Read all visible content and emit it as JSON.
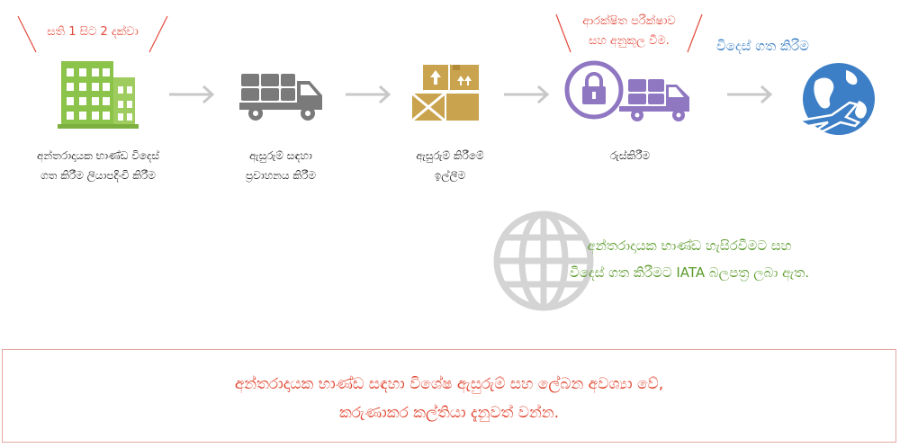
{
  "notes": {
    "duration": "සති 1 සිට 2 දක්වා",
    "safety_line1": "ආරක්ෂිත පරීක්ෂාව",
    "safety_line2": "සහ අනුකූල වීම.",
    "export": "විදෙස් ගත කිරීම"
  },
  "steps": [
    {
      "line1": "අන්තරාදායක භාණ්ඩ විදෙස්",
      "line2": "ගත කිරීම ලියාපදිංචි කිරීම",
      "icon": "building-icon"
    },
    {
      "line1": "ඇසුරුම් සඳහා",
      "line2": "ප්‍රවාහනය කිරීම",
      "icon": "truck-icon"
    },
    {
      "line1": "ඇසුරුම් කිරීමේ",
      "line2": "ඉල්ලීම",
      "icon": "boxes-icon"
    },
    {
      "line1": "රුස්කිරීම",
      "line2": "",
      "icon": "locked-truck-icon"
    },
    {
      "icon": "globe-plane-icon"
    }
  ],
  "certificate": {
    "line1": "අන්තරාදායක භාණ්ඩ හැසිරවීමට සහ",
    "line2": "විදෙස් ගත කිරීමට IATA බලපත්‍ර ලබා ඇත."
  },
  "footer": {
    "line1": "අන්තරාදායක භාණ්ඩ සඳහා විශේෂ ඇසුරුම් සහ ලේබන අවශ්‍යා වේ,",
    "line2": "කරුණාකර කල්තියා දැනුවත් වන්න."
  },
  "colors": {
    "green": "#8cc34a",
    "gray": "#7a7a7a",
    "gold": "#c9a34d",
    "purple": "#8f77c1",
    "blue": "#3d7fc6",
    "red": "#e2493a"
  }
}
